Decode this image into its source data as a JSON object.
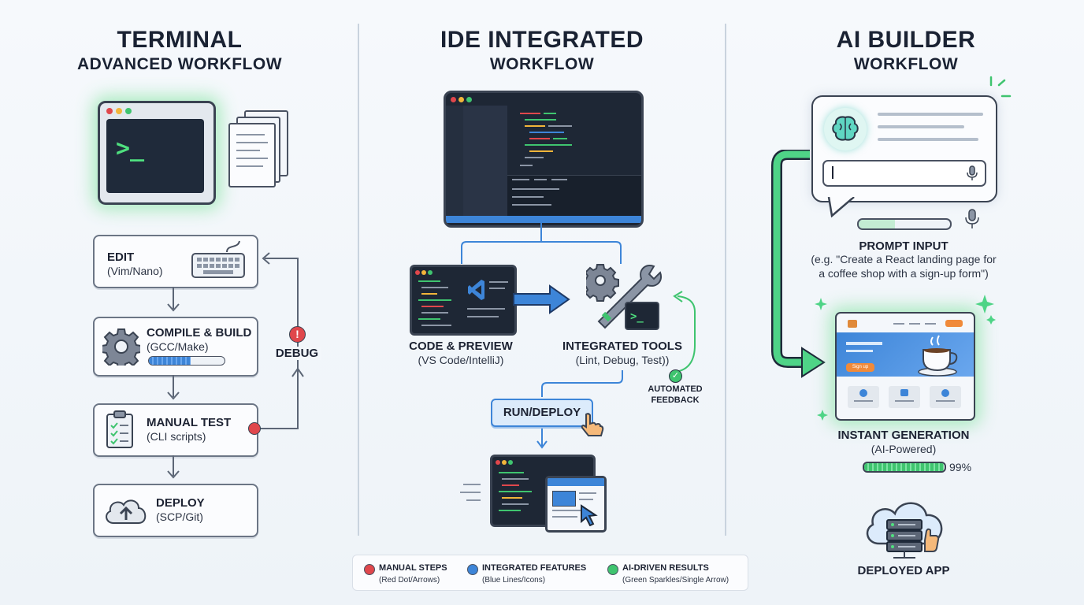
{
  "columns": {
    "terminal": {
      "title": "TERMINAL",
      "subtitle": "ADVANCED WORKFLOW"
    },
    "ide": {
      "title": "IDE INTEGRATED",
      "subtitle": "WORKFLOW"
    },
    "ai": {
      "title": "AI BUILDER",
      "subtitle": "WORKFLOW"
    }
  },
  "terminal": {
    "prompt_glyph": ">_",
    "steps": [
      {
        "title": "EDIT",
        "sub": "(Vim/Nano)"
      },
      {
        "title": "COMPILE & BUILD",
        "sub": "(GCC/Make)"
      },
      {
        "title": "MANUAL TEST",
        "sub": "(CLI scripts)"
      },
      {
        "title": "DEPLOY",
        "sub": "(SCP/Git)"
      }
    ],
    "debug_label": "DEBUG",
    "debug_glyph": "!",
    "build_progress": 0.55
  },
  "ide": {
    "code_preview": {
      "title": "CODE & PREVIEW",
      "sub": "(VS Code/IntelliJ)"
    },
    "tools": {
      "title": "INTEGRATED TOOLS",
      "sub": "(Lint, Debug, Test))"
    },
    "run_button": "RUN/DEPLOY",
    "feedback": [
      "AUTOMATED",
      "FEEDBACK"
    ],
    "check_glyph": "✓"
  },
  "ai": {
    "prompt": {
      "title": "PROMPT INPUT",
      "lines": [
        "(e.g. \"Create a React landing page for",
        "a coffee shop with a sign-up form\")"
      ]
    },
    "generation": {
      "title": "INSTANT GENERATION",
      "sub": "(AI-Powered)",
      "progress_label": "99%",
      "progress": 0.99
    },
    "deployed": "DEPLOYED APP",
    "landing_button": "Sign up"
  },
  "legend": [
    {
      "title": "MANUAL STEPS",
      "sub": "(Red Dot/Arrows)",
      "color": "#e0474c"
    },
    {
      "title": "INTEGRATED FEATURES",
      "sub": "(Blue Lines/Icons)",
      "color": "#3d85d8"
    },
    {
      "title": "AI-DRIVEN RESULTS",
      "sub": "(Green Sparkles/Single Arrow)",
      "color": "#3fc46f"
    }
  ],
  "colors": {
    "red": "#e0474c",
    "blue": "#3d85d8",
    "green": "#3fc46f",
    "dark": "#1f2a3a"
  }
}
